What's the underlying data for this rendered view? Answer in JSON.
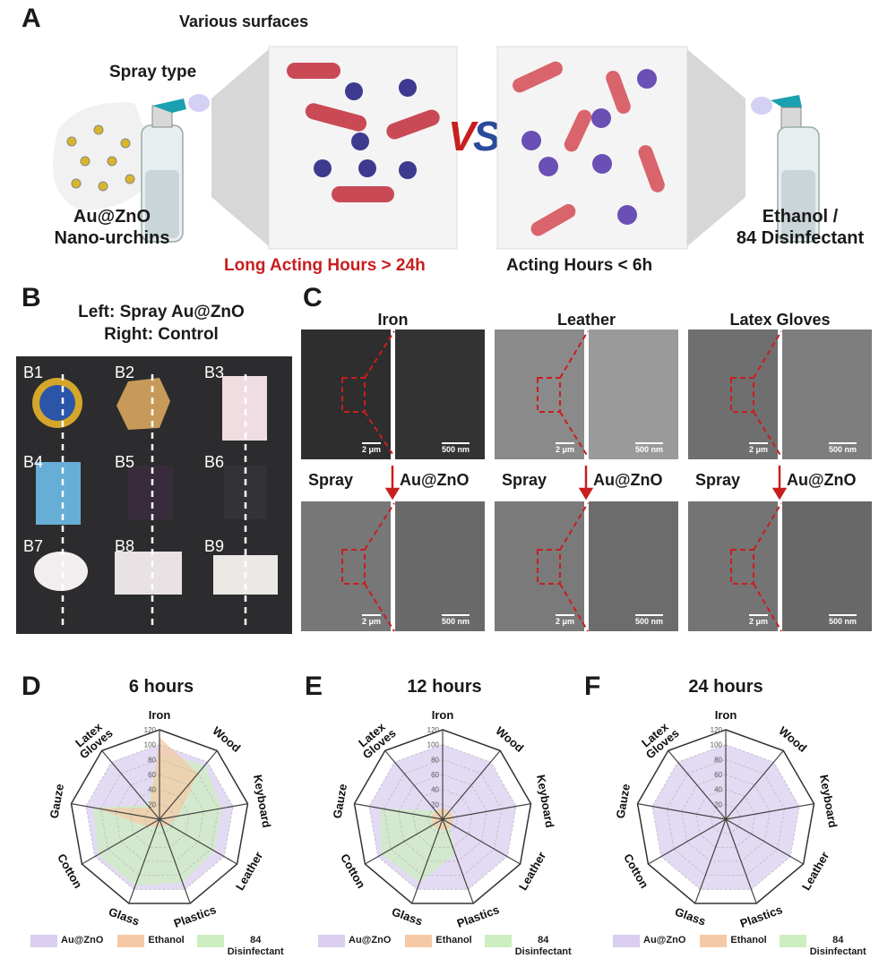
{
  "panelA": {
    "letter": "A",
    "various_surfaces": "Various surfaces",
    "spray_type": "Spray type",
    "auzno_line1": "Au@ZnO",
    "auzno_line2": "Nano-urchins",
    "vs_v": "V",
    "vs_s": "S",
    "long_acting": "Long Acting Hours > 24h",
    "acting_short": "Acting Hours < 6h",
    "ethanol_line1": "Ethanol /",
    "ethanol_line2": "84 Disinfectant"
  },
  "panelB": {
    "letter": "B",
    "left_text": "Left: Spray Au@ZnO",
    "right_text": "Right: Control",
    "samples": [
      "B1",
      "B2",
      "B3",
      "B4",
      "B5",
      "B6",
      "B7",
      "B8",
      "B9"
    ]
  },
  "panelC": {
    "letter": "C",
    "materials": [
      "Iron",
      "Leather",
      "Latex Gloves"
    ],
    "spray_word": "Spray",
    "auzno_word": "Au@ZnO",
    "scale_low": "2 μm",
    "scale_high": "500 nm"
  },
  "colors": {
    "auzno": "#d9cdf0",
    "ethanol": "#f6c9a6",
    "disinfectant": "#cdeec0",
    "red": "#c81e1e"
  },
  "legend": {
    "auzno": "Au@ZnO",
    "ethanol": "Ethanol",
    "dis_line1": "84",
    "dis_line2": "Disinfectant"
  },
  "chart_data": [
    {
      "type": "radar",
      "panel": "D",
      "title": "6 hours",
      "axes": [
        "Iron",
        "Wood",
        "Keyboard",
        "Leather",
        "Plastics",
        "Glass",
        "Cotton",
        "Gauze",
        "Latex Gloves"
      ],
      "ticks": [
        20,
        40,
        60,
        80,
        100,
        120
      ],
      "rlim": [
        0,
        120
      ],
      "series": [
        {
          "name": "Au@ZnO",
          "values": [
            100,
            100,
            100,
            100,
            100,
            100,
            100,
            100,
            100
          ]
        },
        {
          "name": "84 Disinfectant",
          "values": [
            90,
            95,
            85,
            85,
            90,
            95,
            95,
            90,
            25
          ]
        },
        {
          "name": "Ethanol",
          "values": [
            110,
            80,
            25,
            15,
            10,
            10,
            20,
            85,
            20
          ]
        }
      ]
    },
    {
      "type": "radar",
      "panel": "E",
      "title": "12 hours",
      "axes": [
        "Iron",
        "Wood",
        "Keyboard",
        "Leather",
        "Plastics",
        "Glass",
        "Cotton",
        "Gauze",
        "Latex Gloves"
      ],
      "ticks": [
        20,
        40,
        60,
        80,
        100,
        120
      ],
      "rlim": [
        0,
        120
      ],
      "series": [
        {
          "name": "Au@ZnO",
          "values": [
            100,
            100,
            100,
            100,
            100,
            100,
            100,
            100,
            100
          ]
        },
        {
          "name": "84 Disinfectant",
          "values": [
            15,
            15,
            10,
            10,
            50,
            90,
            95,
            85,
            15
          ]
        },
        {
          "name": "Ethanol",
          "values": [
            15,
            15,
            15,
            15,
            15,
            15,
            15,
            15,
            15
          ]
        }
      ]
    },
    {
      "type": "radar",
      "panel": "F",
      "title": "24 hours",
      "axes": [
        "Iron",
        "Wood",
        "Keyboard",
        "Leather",
        "Plastics",
        "Glass",
        "Cotton",
        "Gauze",
        "Latex Gloves"
      ],
      "ticks": [
        20,
        40,
        60,
        80,
        100,
        120
      ],
      "rlim": [
        0,
        120
      ],
      "series": [
        {
          "name": "Au@ZnO",
          "values": [
            100,
            100,
            100,
            100,
            100,
            100,
            100,
            100,
            100
          ]
        },
        {
          "name": "84 Disinfectant",
          "values": [
            5,
            5,
            5,
            5,
            5,
            5,
            5,
            5,
            5
          ]
        },
        {
          "name": "Ethanol",
          "values": [
            5,
            5,
            5,
            5,
            5,
            5,
            5,
            5,
            5
          ]
        }
      ]
    }
  ]
}
